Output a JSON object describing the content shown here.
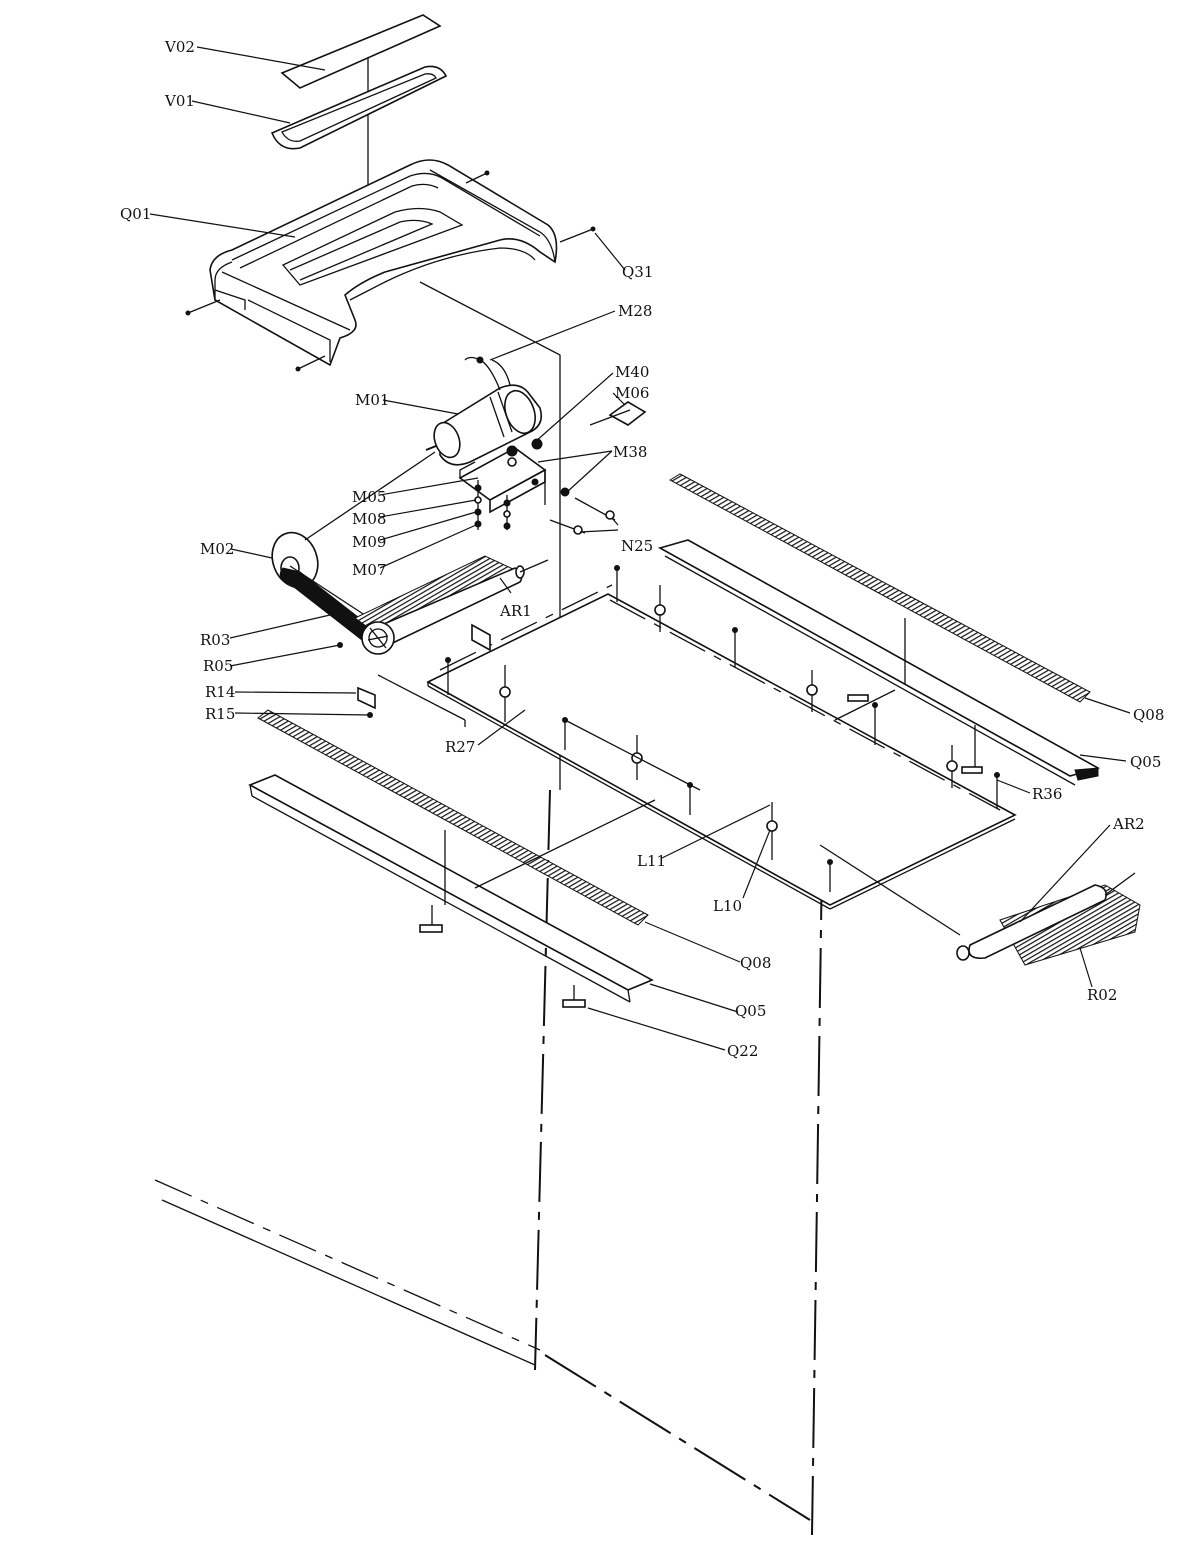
{
  "labels": {
    "V02": "V02",
    "V01": "V01",
    "Q01": "Q01",
    "Q31": "Q31",
    "M28": "M28",
    "M40": "M40",
    "M06": "M06",
    "M01": "M01",
    "M38": "M38",
    "M05": "M05",
    "M08": "M08",
    "M09": "M09",
    "M07": "M07",
    "M02": "M02",
    "N25": "N25",
    "AR1": "AR1",
    "R03": "R03",
    "R05": "R05",
    "R14": "R14",
    "R15": "R15",
    "R27": "R27",
    "R36": "R36",
    "Q08_right": "Q08",
    "Q05_right": "Q05",
    "AR2": "AR2",
    "R02": "R02",
    "L11": "L11",
    "L10": "L10",
    "Q08_left": "Q08",
    "Q05_left": "Q05",
    "Q22": "Q22"
  }
}
